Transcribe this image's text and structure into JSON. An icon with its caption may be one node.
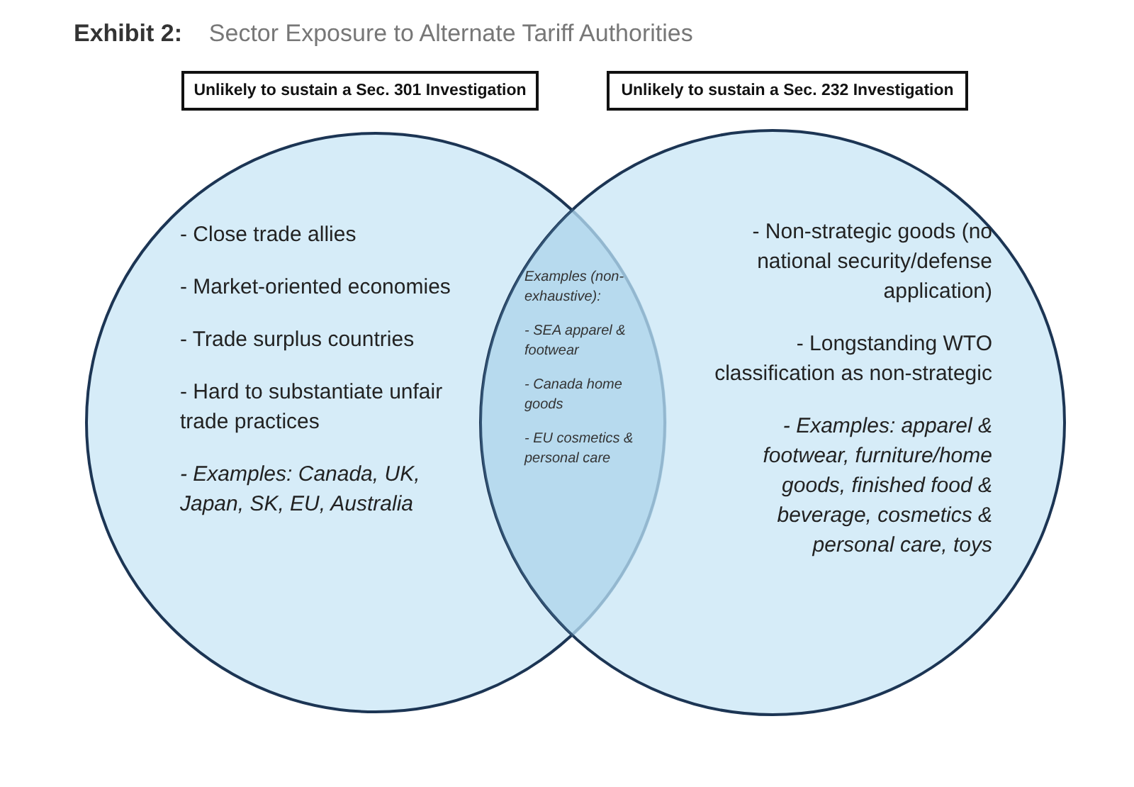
{
  "diagram": {
    "title": "**Exhibit 2:**    Sector Exposure to Alternate Tariff Authorities",
    "nodes": [
      {
        "text": [
          "Unlikely to sustain a Sec. 301 Investigation"
        ]
      },
      {
        "text": [
          "Unlikely to sustain a Sec. 232 Investigation"
        ]
      },
      {
        "text": [
          "- Close trade allies",
          "- Market-oriented economies",
          "- Trade surplus countries",
          "- Hard to substantiate unfair trade practices",
          "- Examples: Canada, UK, Japan, SK, EU, Australia"
        ]
      },
      {
        "text": [
          "- Non-strategic goods (no national security/defense application)",
          "- Longstanding WTO classification as non-strategic",
          "- Examples: apparel & footwear, furniture/home goods, finished food & beverage, cosmetics & personal care, toys"
        ]
      },
      {
        "text": [
          "Examples (non-exhaustive):",
          "- SEA apparel & footwear",
          "- Canada home goods",
          "- EU cosmetics & personal care"
        ]
      }
    ]
  }
}
